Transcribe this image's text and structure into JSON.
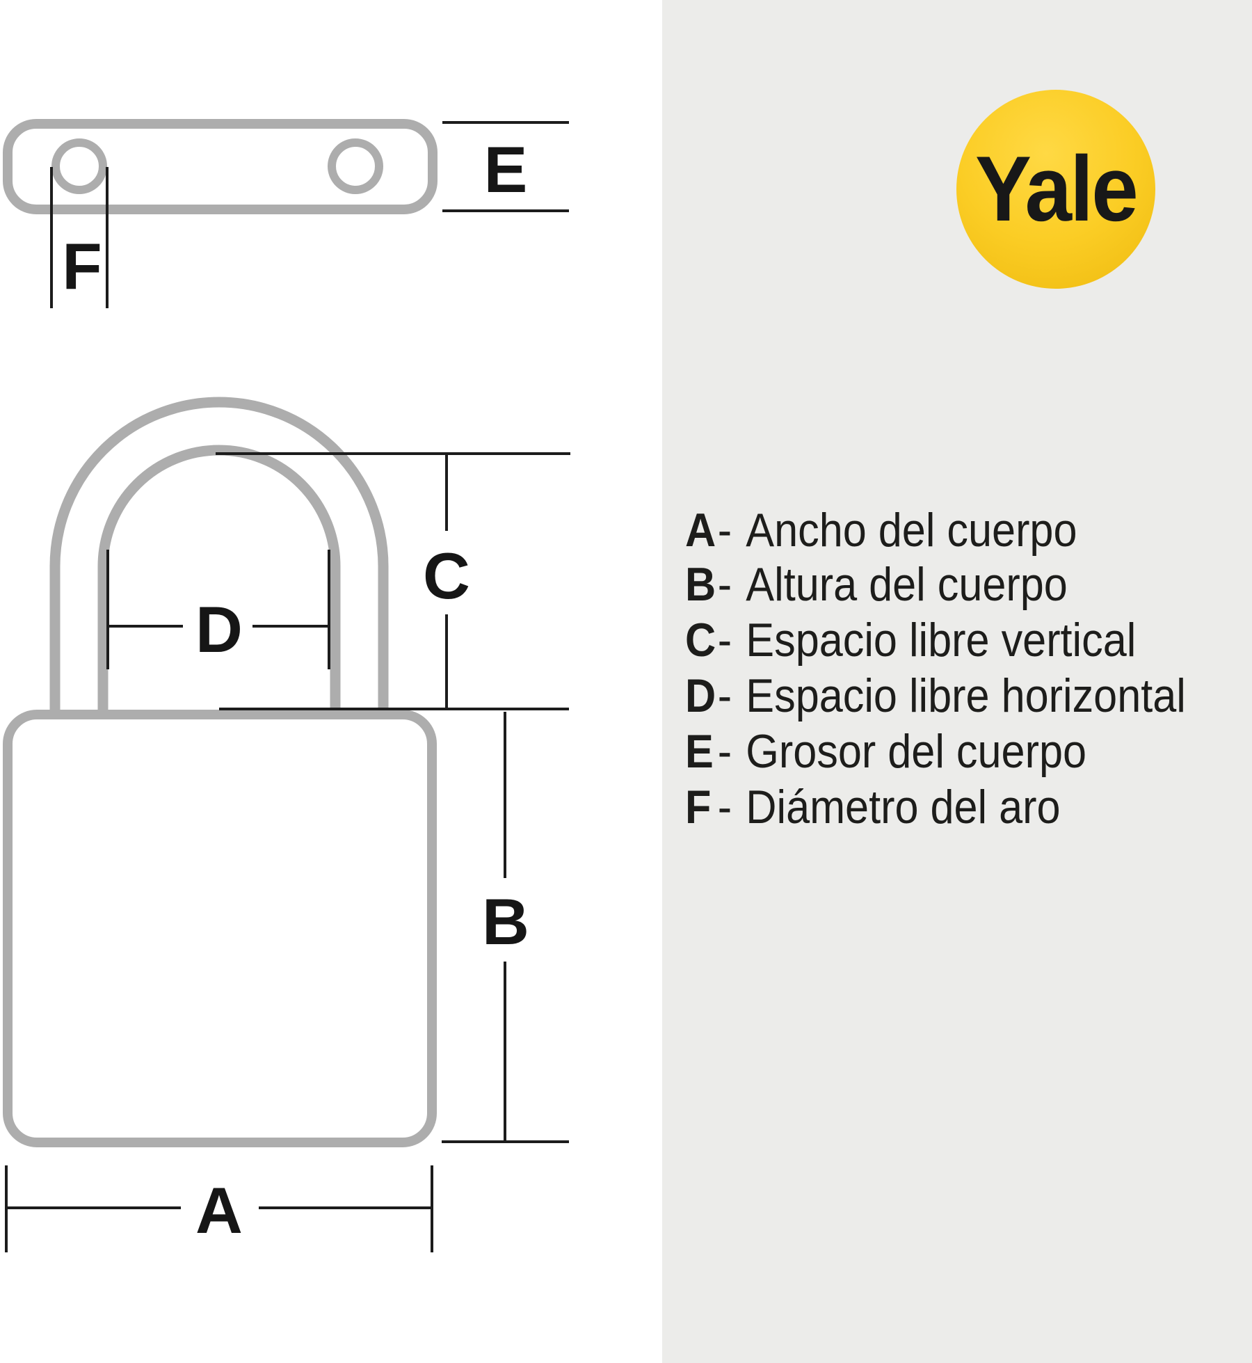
{
  "title": "Yale padlock dimensions diagram",
  "colors": {
    "background": "#FFFFFF",
    "panel_background": "#ECECEA",
    "diagram_gray": "#ADADAD",
    "dimension_line_black": "#1C1C1C",
    "label_text": "#161616",
    "legend_text": "#1D1D1B",
    "logo_yellow_light": "#FFD944",
    "logo_yellow_mid": "#FBCD25",
    "logo_yellow_deep": "#F0BD12",
    "logo_text": "#181818"
  },
  "logo": {
    "text": "Yale"
  },
  "dimension_labels": {
    "a": "A",
    "b": "B",
    "c": "C",
    "d": "D",
    "e": "E",
    "f": "F"
  },
  "legend": {
    "separator": "-",
    "items": [
      {
        "letter": "A",
        "label": "Ancho del cuerpo"
      },
      {
        "letter": "B",
        "label": "Altura del cuerpo"
      },
      {
        "letter": "C",
        "label": "Espacio libre vertical"
      },
      {
        "letter": "D",
        "label": "Espacio libre horizontal"
      },
      {
        "letter": "E",
        "label": "Grosor del cuerpo"
      },
      {
        "letter": "F",
        "label": "Diámetro del aro"
      }
    ]
  }
}
